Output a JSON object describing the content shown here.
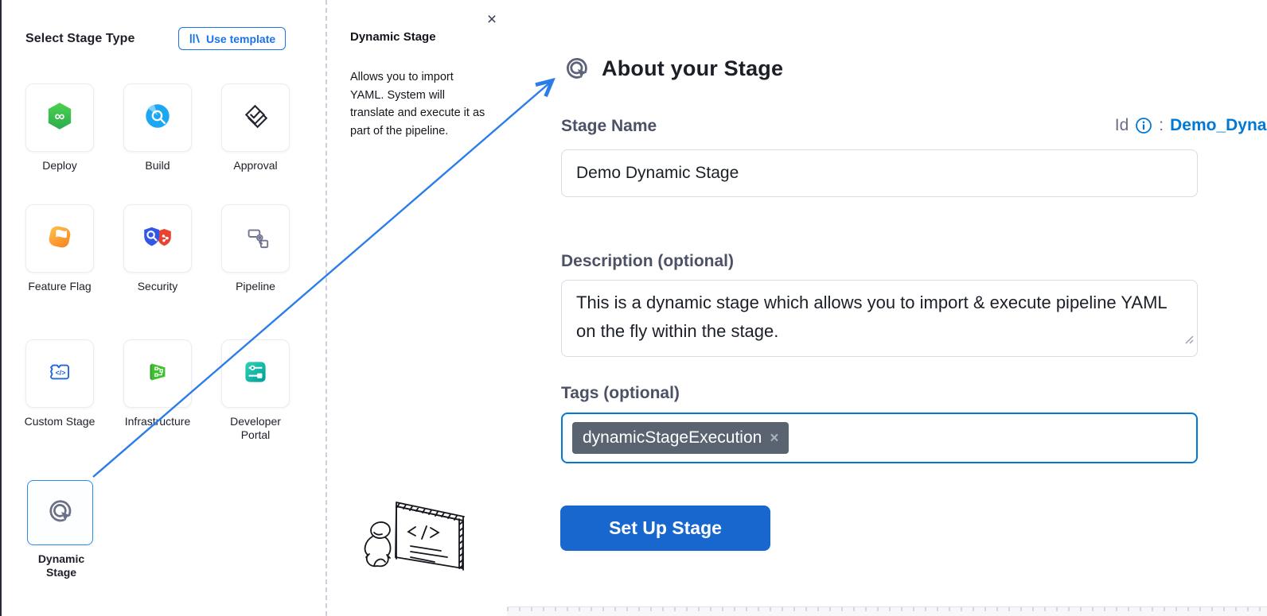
{
  "left_panel": {
    "title": "Select Stage Type",
    "use_template_label": "Use template",
    "stage_types": [
      {
        "label": "Deploy",
        "icon": "deploy-icon"
      },
      {
        "label": "Build",
        "icon": "build-icon"
      },
      {
        "label": "Approval",
        "icon": "approval-icon"
      },
      {
        "label": "Feature Flag",
        "icon": "feature-flag-icon"
      },
      {
        "label": "Security",
        "icon": "security-icon"
      },
      {
        "label": "Pipeline",
        "icon": "pipeline-icon"
      },
      {
        "label": "Custom Stage",
        "icon": "custom-stage-icon"
      },
      {
        "label": "Infrastructure",
        "icon": "infrastructure-icon"
      },
      {
        "label": "Developer Portal",
        "icon": "developer-portal-icon"
      },
      {
        "label": "Dynamic Stage",
        "icon": "dynamic-stage-icon",
        "selected": true
      }
    ]
  },
  "info_panel": {
    "title": "Dynamic Stage",
    "close_label": "×",
    "description": "Allows you to import YAML. System will translate and execute it as part of the pipeline."
  },
  "form_panel": {
    "title": "About your Stage",
    "stage_name": {
      "label": "Stage Name",
      "value": "Demo Dynamic Stage"
    },
    "id_row": {
      "label": "Id",
      "separator": ":",
      "value": "Demo_Dyna..."
    },
    "description": {
      "label": "Description (optional)",
      "value": "This is a dynamic stage which allows you to import & execute pipeline YAML on the fly within the stage."
    },
    "tags": {
      "label": "Tags (optional)",
      "chips": [
        {
          "text": "dynamicStageExecution",
          "remove_label": "×"
        }
      ]
    },
    "submit_label": "Set Up Stage"
  },
  "colors": {
    "accent_blue": "#0278d5",
    "button_blue": "#1767cf",
    "link_blue": "#1a73e8",
    "arrow_blue": "#2b7de9",
    "selected_card_border": "#2d8ceb",
    "chip_gray": "#596470",
    "deploy_green": "#35bd4b",
    "build_blue": "#1ba7f2",
    "feature_flag_orange": "#f8821f",
    "security_blue": "#3157e8",
    "security_red": "#e8432e",
    "infrastructure_green": "#3ec12f",
    "developer_portal_teal": "#00a89f",
    "icon_gray": "#6a7086"
  }
}
